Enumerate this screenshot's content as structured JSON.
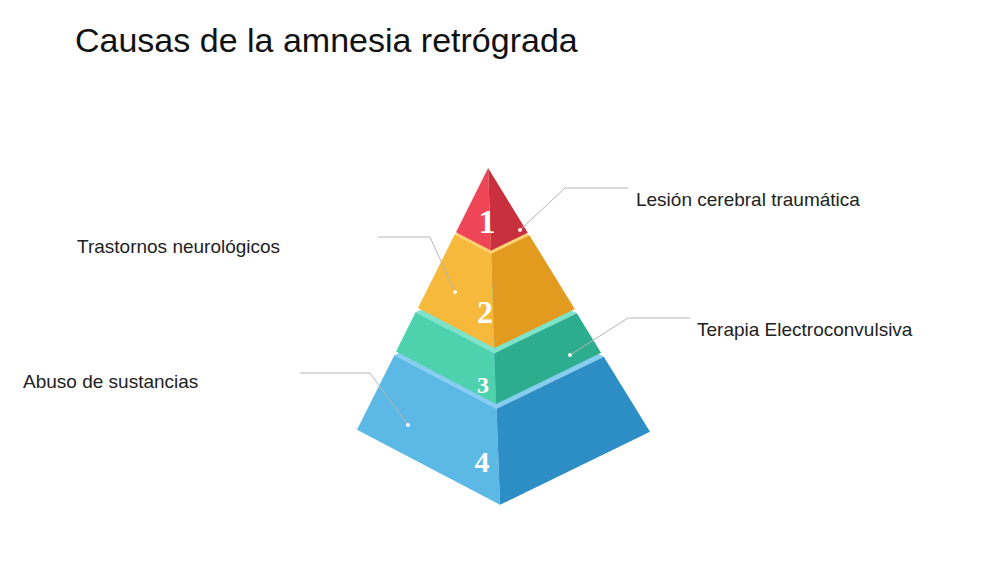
{
  "diagram": {
    "title": "Causas de la amnesia retrógrada",
    "nodes": [
      {
        "text": [
          "1",
          "Lesión cerebral traumática"
        ]
      },
      {
        "text": [
          "2",
          "Trastornos neurológicos"
        ]
      },
      {
        "text": [
          "3",
          "Terapia Electroconvulsiva"
        ]
      },
      {
        "text": [
          "4",
          "Abuso de sustancias"
        ]
      }
    ]
  }
}
